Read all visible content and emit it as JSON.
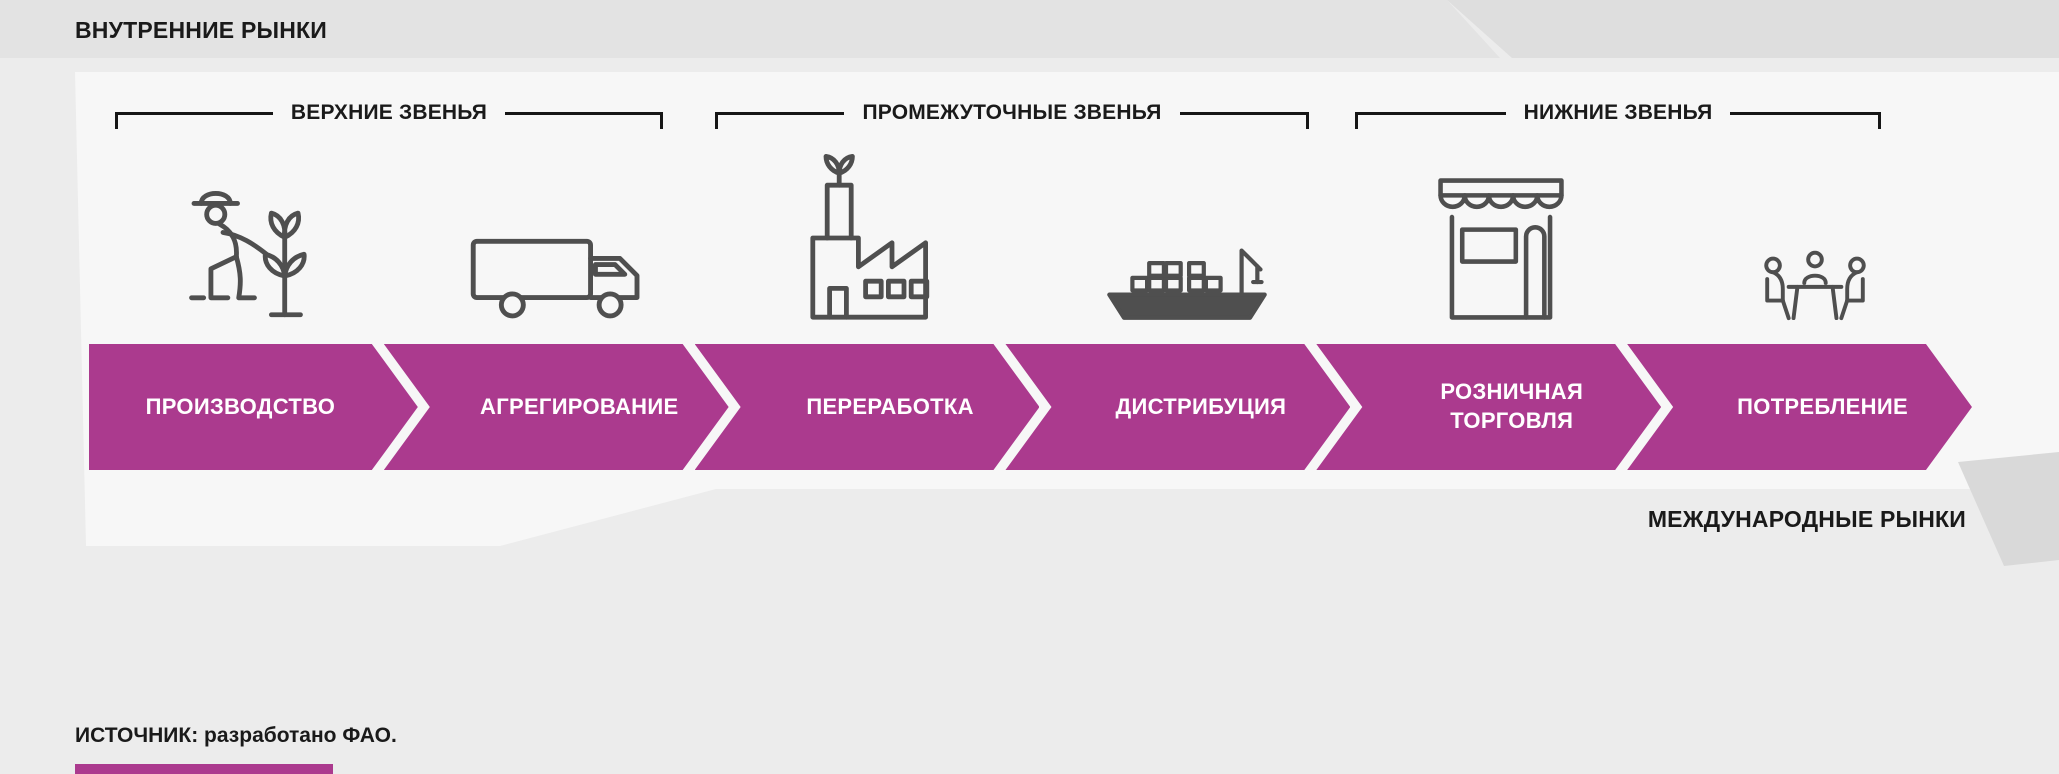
{
  "figure": {
    "domestic_markets_label": "ВНУТРЕННИЕ РЫНКИ",
    "international_markets_label": "МЕЖДУНАРОДНЫЕ РЫНКИ",
    "source": "ИСТОЧНИК: разработано ФАО."
  },
  "groups": [
    {
      "label": "ВЕРХНИЕ ЗВЕНЬЯ"
    },
    {
      "label": "ПРОМЕЖУТОЧНЫЕ ЗВЕНЬЯ"
    },
    {
      "label": "НИЖНИЕ ЗВЕНЬЯ"
    }
  ],
  "stages": [
    {
      "label": "ПРОИЗВОДСТВО",
      "icon": "farmer-planting-icon"
    },
    {
      "label": "АГРЕГИРОВАНИЕ",
      "icon": "delivery-truck-icon"
    },
    {
      "label": "ПЕРЕРАБОТКА",
      "icon": "factory-icon"
    },
    {
      "label": "ДИСТРИБУЦИЯ",
      "icon": "cargo-ship-icon"
    },
    {
      "label": "РОЗНИЧНАЯ\nТОРГОВЛЯ",
      "icon": "storefront-icon"
    },
    {
      "label": "ПОТРЕБЛЕНИЕ",
      "icon": "people-dining-icon"
    }
  ],
  "colors": {
    "accent_magenta": "#ab3a8e",
    "icon_gray": "#4f4f4f",
    "text_dark": "#1a1a1a",
    "band_light": "#f7f7f7",
    "background": "#ececec"
  }
}
